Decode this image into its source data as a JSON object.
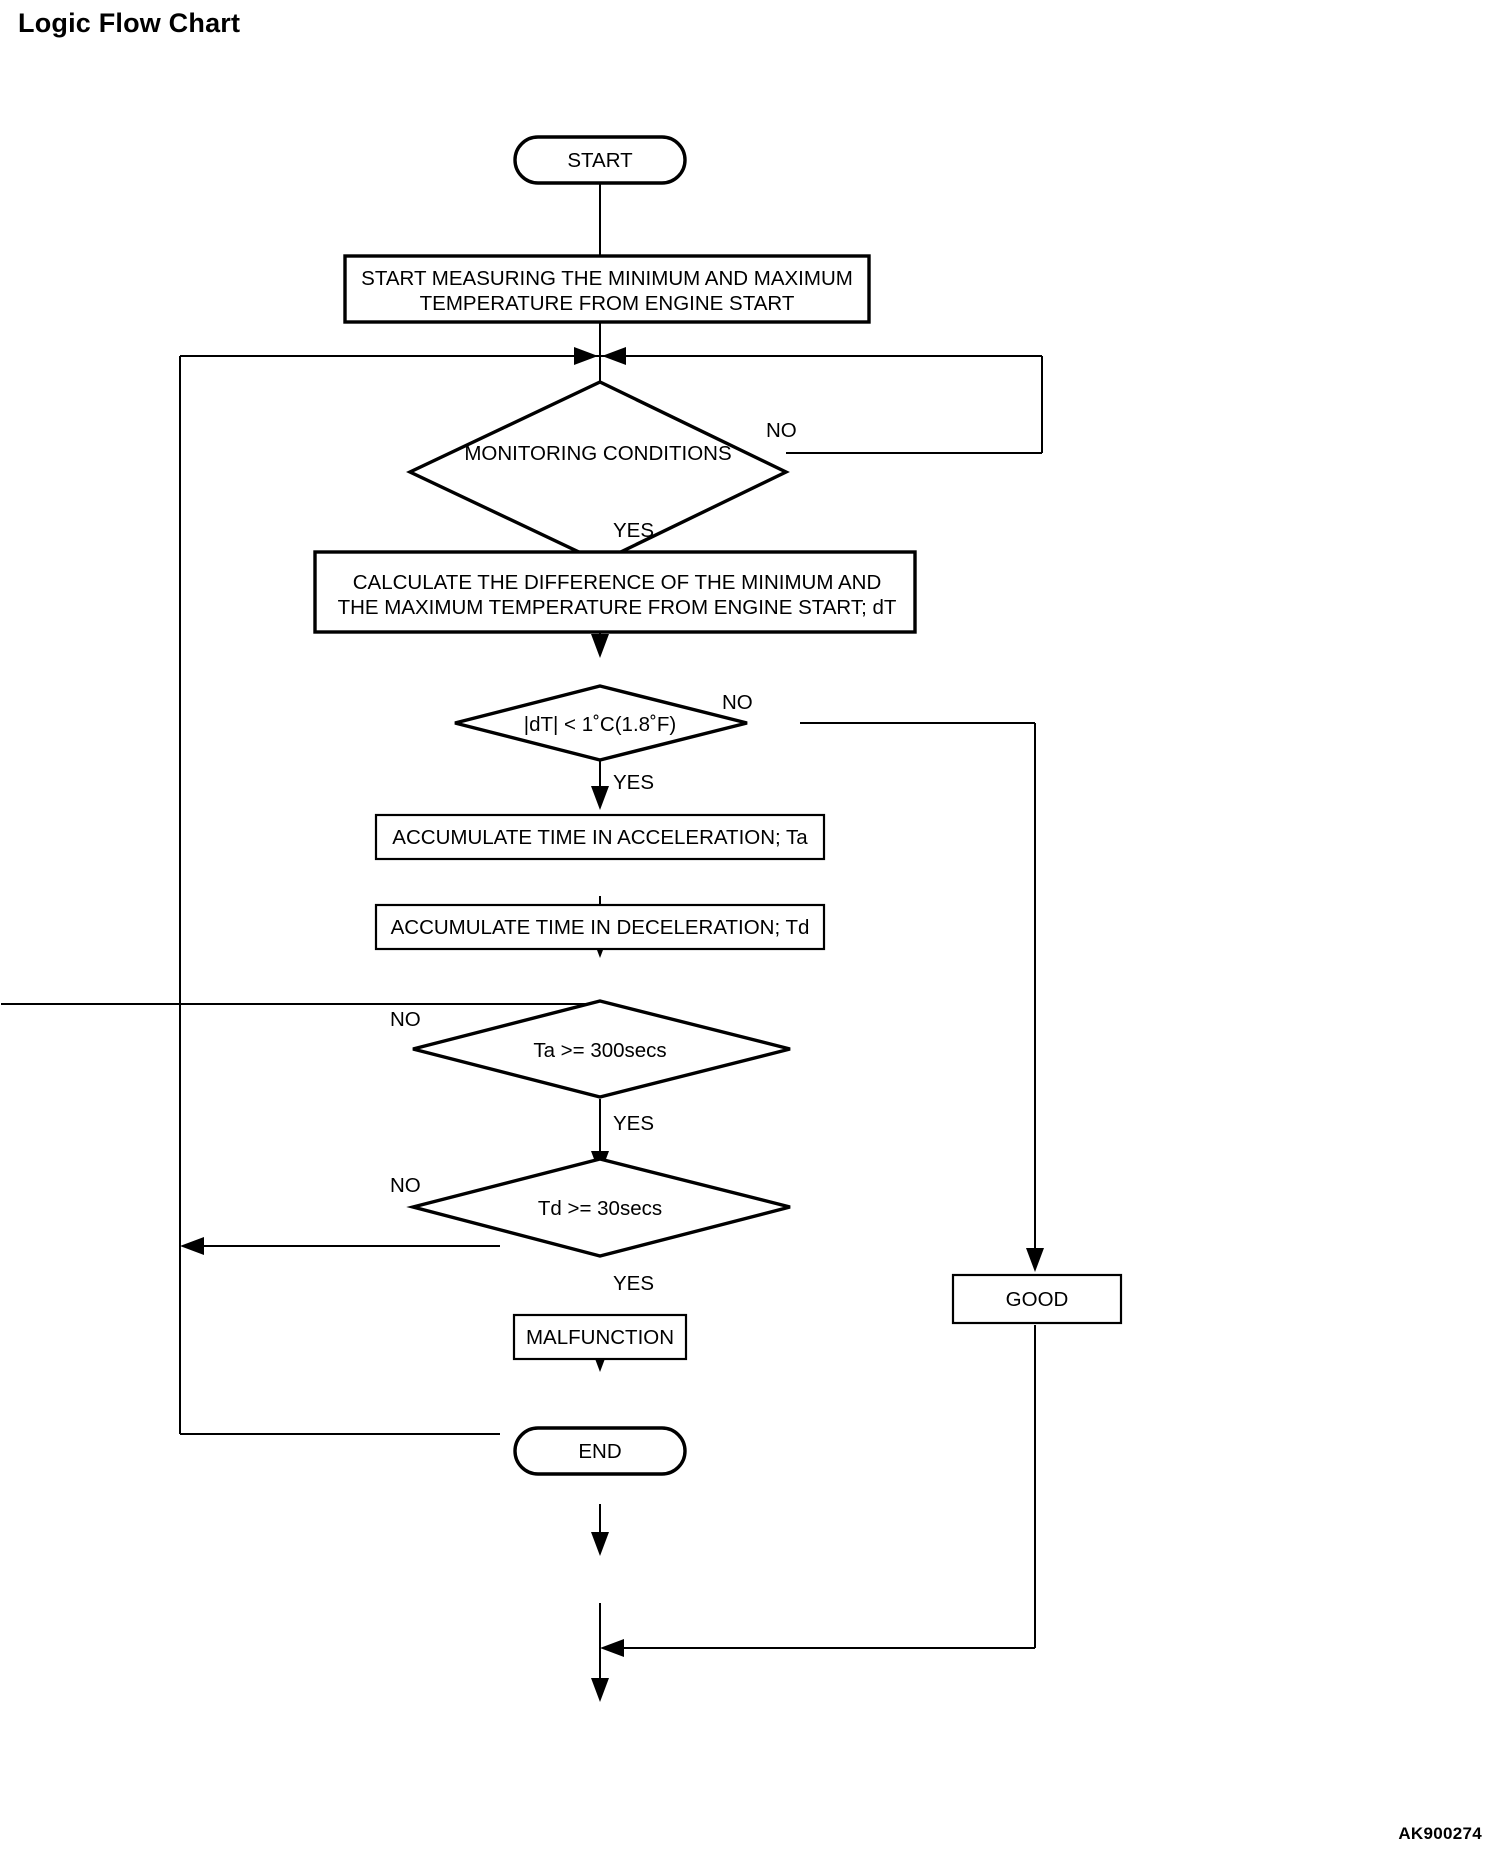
{
  "page": {
    "title": "Logic Flow Chart",
    "figure_code": "AK900274"
  },
  "chart_data": {
    "type": "diagram",
    "diagram_kind": "flowchart",
    "title": "Logic Flow Chart",
    "nodes": [
      {
        "id": "start",
        "shape": "terminator",
        "label": "START"
      },
      {
        "id": "measure",
        "shape": "process",
        "label_line1": "START MEASURING THE MINIMUM AND MAXIMUM",
        "label_line2": "TEMPERATURE FROM ENGINE START"
      },
      {
        "id": "monitoring",
        "shape": "decision",
        "label": "MONITORING CONDITIONS"
      },
      {
        "id": "calculate",
        "shape": "process",
        "label_line1": "CALCULATE THE DIFFERENCE OF THE MINIMUM AND",
        "label_line2": "THE MAXIMUM TEMPERATURE FROM ENGINE START; dT"
      },
      {
        "id": "dt_check",
        "shape": "decision",
        "label": "|dT| < 1˚C(1.8˚F)"
      },
      {
        "id": "accum_ta",
        "shape": "process",
        "label": "ACCUMULATE TIME IN ACCELERATION; Ta"
      },
      {
        "id": "accum_td",
        "shape": "process",
        "label": "ACCUMULATE TIME IN DECELERATION; Td"
      },
      {
        "id": "ta_check",
        "shape": "decision",
        "label": "Ta >= 300secs"
      },
      {
        "id": "td_check",
        "shape": "decision",
        "label": "Td >= 30secs"
      },
      {
        "id": "malfunction",
        "shape": "process",
        "label": "MALFUNCTION"
      },
      {
        "id": "good",
        "shape": "process",
        "label": "GOOD"
      },
      {
        "id": "end",
        "shape": "terminator",
        "label": "END"
      }
    ],
    "edges": [
      {
        "from": "start",
        "to": "measure",
        "label": ""
      },
      {
        "from": "measure",
        "to": "monitoring",
        "label": ""
      },
      {
        "from": "monitoring",
        "to": "calculate",
        "label": "YES"
      },
      {
        "from": "monitoring",
        "to": "monitoring",
        "label": "NO"
      },
      {
        "from": "calculate",
        "to": "dt_check",
        "label": ""
      },
      {
        "from": "dt_check",
        "to": "accum_ta",
        "label": "YES"
      },
      {
        "from": "dt_check",
        "to": "good",
        "label": "NO"
      },
      {
        "from": "accum_ta",
        "to": "accum_td",
        "label": ""
      },
      {
        "from": "accum_td",
        "to": "ta_check",
        "label": ""
      },
      {
        "from": "ta_check",
        "to": "monitoring",
        "label": "NO"
      },
      {
        "from": "ta_check",
        "to": "td_check",
        "label": "YES"
      },
      {
        "from": "td_check",
        "to": "monitoring",
        "label": "NO"
      },
      {
        "from": "td_check",
        "to": "malfunction",
        "label": "YES"
      },
      {
        "from": "malfunction",
        "to": "end",
        "label": ""
      },
      {
        "from": "good",
        "to": "end",
        "label": ""
      }
    ],
    "labels": {
      "start": "START",
      "measure_l1": "START MEASURING THE MINIMUM AND MAXIMUM",
      "measure_l2": "TEMPERATURE FROM ENGINE START",
      "monitoring": "MONITORING CONDITIONS",
      "monitoring_no": "NO",
      "monitoring_yes": "YES",
      "calculate_l1": "CALCULATE THE DIFFERENCE OF THE MINIMUM AND",
      "calculate_l2": "THE MAXIMUM TEMPERATURE FROM ENGINE START; dT",
      "dt_check": "|dT| < 1˚C(1.8˚F)",
      "dt_no": "NO",
      "dt_yes": "YES",
      "accum_ta": "ACCUMULATE TIME IN ACCELERATION; Ta",
      "accum_td": "ACCUMULATE TIME IN DECELERATION; Td",
      "ta_check": "Ta >= 300secs",
      "ta_no": "NO",
      "ta_yes": "YES",
      "td_check": "Td >= 30secs",
      "td_no": "NO",
      "td_yes": "YES",
      "malfunction": "MALFUNCTION",
      "good": "GOOD",
      "end": "END"
    },
    "colors": {
      "stroke": "#000000",
      "fill": "#ffffff",
      "text": "#000000"
    }
  }
}
